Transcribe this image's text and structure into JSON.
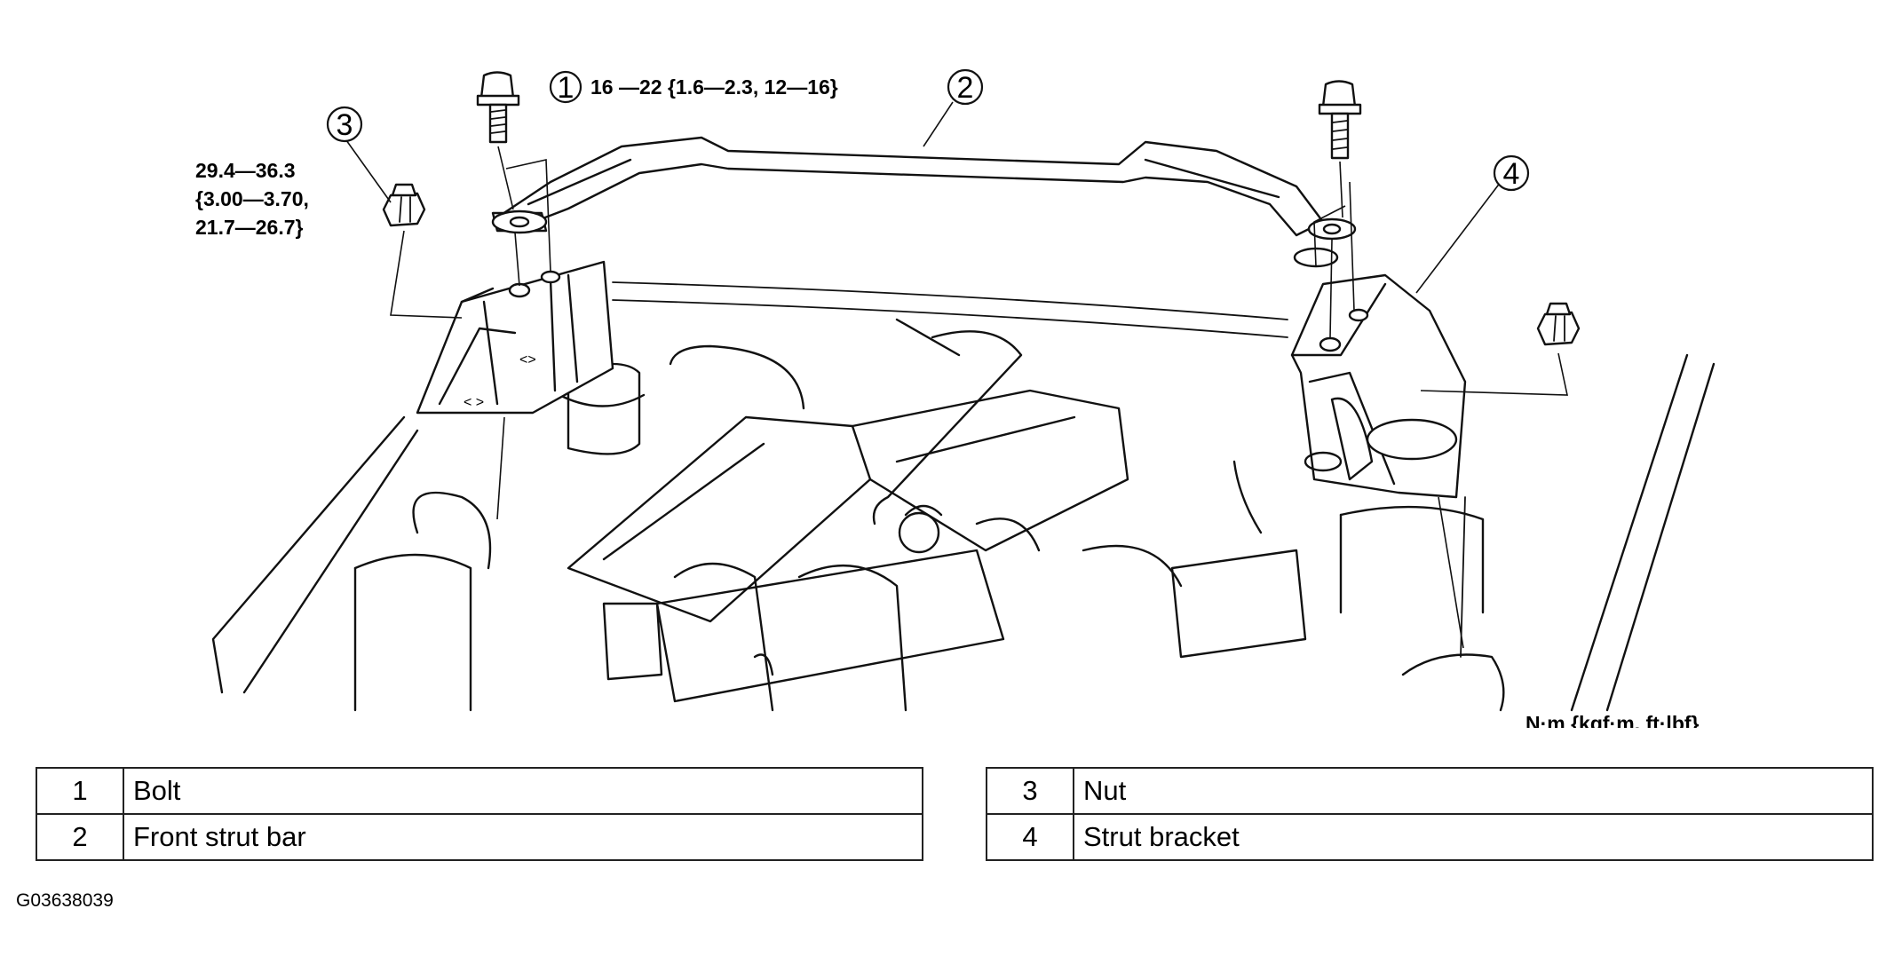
{
  "callouts": [
    {
      "number": "1"
    },
    {
      "number": "2"
    },
    {
      "number": "3"
    },
    {
      "number": "4"
    }
  ],
  "torque_specs": {
    "bolt": "16 —22 {1.6—2.3, 12—16}",
    "nut_line1": "29.4—36.3",
    "nut_line2": "{3.00—3.70,",
    "nut_line3": "21.7—26.7}"
  },
  "units_note": "N·m {kgf·m, ft·lbf}",
  "legend": {
    "left": [
      {
        "number": "1",
        "label": "Bolt"
      },
      {
        "number": "2",
        "label": "Front strut bar"
      }
    ],
    "right": [
      {
        "number": "3",
        "label": "Nut"
      },
      {
        "number": "4",
        "label": "Strut bracket"
      }
    ]
  },
  "figure_code": "G03638039"
}
